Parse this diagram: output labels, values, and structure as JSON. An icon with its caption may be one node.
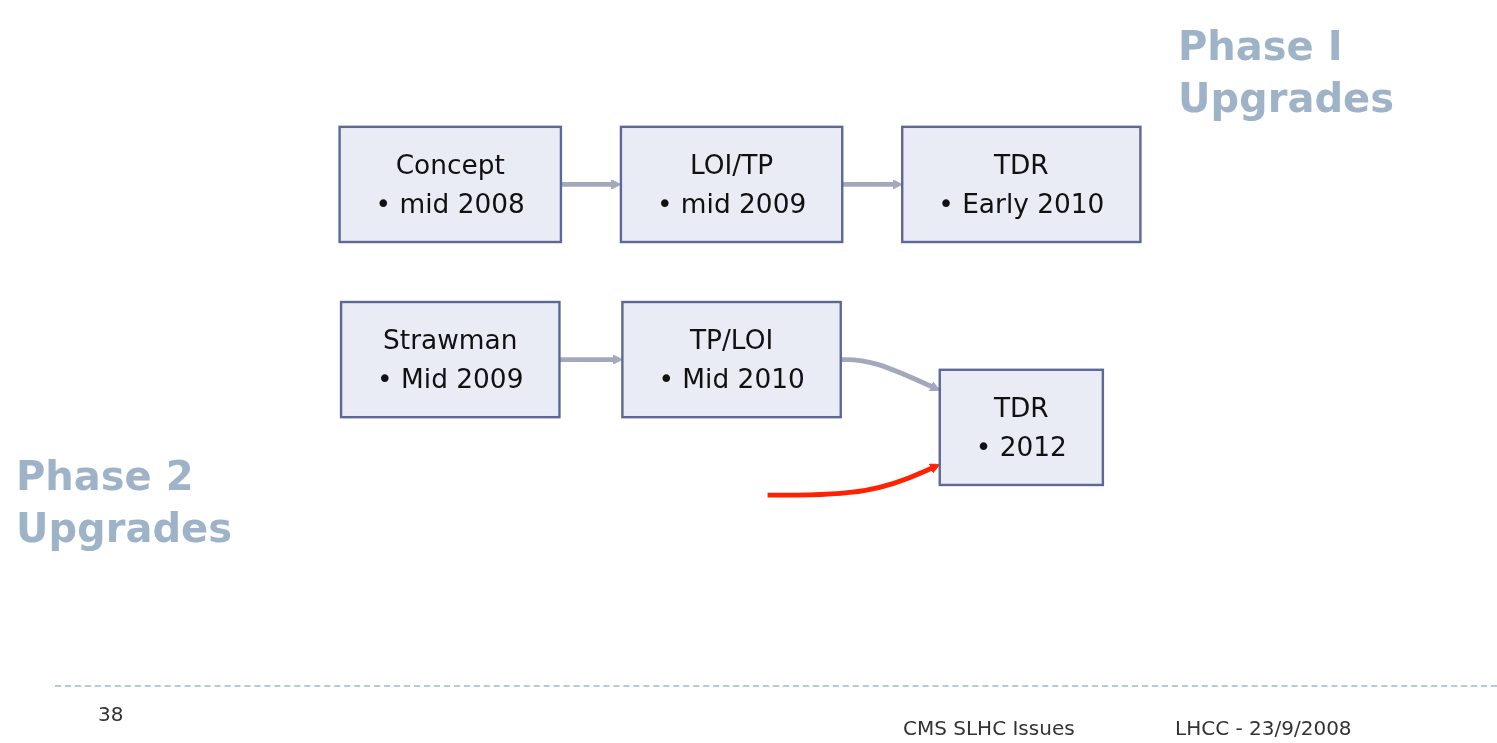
{
  "diagram": {
    "nodes": [
      {
        "text": [
          "Concept",
          "• mid 2008"
        ]
      },
      {
        "text": [
          "LOI/TP",
          "• mid 2009"
        ]
      },
      {
        "text": [
          "TDR",
          "• Early 2010"
        ]
      },
      {
        "text": [
          "Strawman",
          "• Mid 2009"
        ]
      },
      {
        "text": [
          "TP/LOI",
          "• Mid 2010"
        ]
      },
      {
        "text": [
          "TDR",
          "• 2012"
        ]
      }
    ],
    "edges": [
      {
        "from": 0,
        "to": 1,
        "arrow": "to"
      },
      {
        "from": 1,
        "to": 2,
        "arrow": "to"
      },
      {
        "from": 3,
        "to": 4,
        "arrow": "to"
      },
      {
        "from": 4,
        "to": 5,
        "arrow": "to"
      },
      {
        "from": null,
        "to": 5,
        "arrow": "to",
        "color": "#ff2200"
      }
    ],
    "labels": [
      "Phase I Upgrades",
      "Phase 2 Upgrades",
      "38",
      "CMS SLHC Issues",
      "LHCC - 23/9/2008"
    ]
  }
}
